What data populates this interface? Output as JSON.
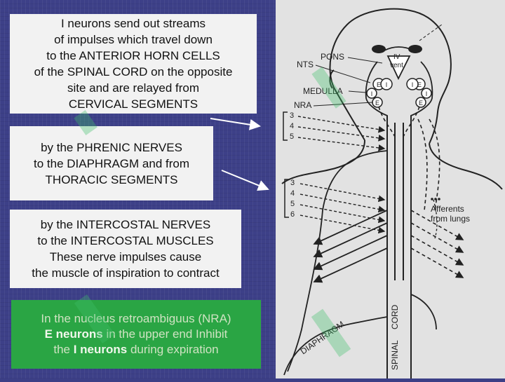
{
  "box1": {
    "lines": [
      "I neurons send out streams",
      "of impulses which travel down",
      "to the ANTERIOR HORN CELLS",
      "of the SPINAL CORD on the opposite",
      "site and are relayed from",
      "CERVICAL SEGMENTS"
    ]
  },
  "box2": {
    "lines": [
      "by the PHRENIC NERVES",
      "to the DIAPHRAGM and from",
      "THORACIC SEGMENTS"
    ]
  },
  "box3": {
    "lines": [
      "by the INTERCOSTAL NERVES",
      "to the INTERCOSTAL MUSCLES",
      "These nerve impulses cause",
      "the muscle of inspiration to contract"
    ]
  },
  "box4": {
    "line1": "In the nucleus retroambiguus (NRA)",
    "line2_bold": "E neurons",
    "line2_rest": " in the upper end Inhibit",
    "line3_pre": "the ",
    "line3_bold": "I neurons",
    "line3_rest": " during expiration"
  },
  "diagram": {
    "pons": "PONS",
    "iv": "IV",
    "vent": "vent",
    "nts": "NTS",
    "medulla": "MEDULLA",
    "nra": "NRA",
    "cervical_numbers": [
      "3",
      "4",
      "5"
    ],
    "thoracic_numbers": [
      "3",
      "4",
      "5",
      "6"
    ],
    "afferents": "Afferents",
    "from_lungs": "from lungs",
    "diaphragm": "DIAPHRAGM",
    "cord": "CORD",
    "spinal": "SPINAL",
    "neuron_e": "E",
    "neuron_i": "I"
  },
  "colors": {
    "background": "#3d4088",
    "text_box": "#f2f2f2",
    "green_box": "#2aa544",
    "diagram_panel": "#e2e2e2",
    "watermark": "#3fc06a"
  }
}
